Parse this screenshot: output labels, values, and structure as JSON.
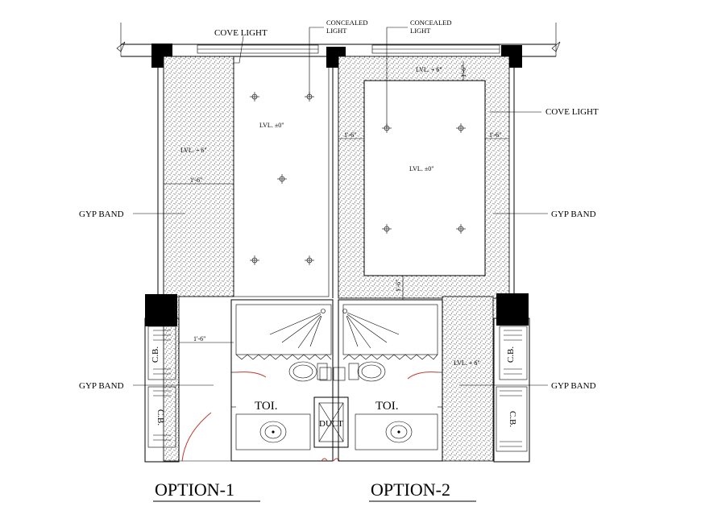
{
  "labels": {
    "cove_light_left": "COVE LIGHT",
    "cove_light_right": "COVE LIGHT",
    "concealed_light_1_line1": "CONCEALED",
    "concealed_light_1_line2": "LIGHT",
    "concealed_light_2_line1": "CONCEALED",
    "concealed_light_2_line2": "LIGHT",
    "gyp_band_left_upper": "GYP BAND",
    "gyp_band_left_lower": "GYP BAND",
    "gyp_band_right_upper": "GYP BAND",
    "gyp_band_right_lower": "GYP BAND",
    "lvl_plus6_left": "LVL. + 6\"",
    "lvl_zero_left": "LVL. ±0\"",
    "lvl_plus6_top_right": "LVL. + 6\"",
    "lvl_zero_right": "LVL. ±0\"",
    "lvl_plus6_toilet_right": "LVL. + 6\"",
    "dim_1_6_a": "1'-6\"",
    "dim_1_6_b": "1'-6\"",
    "dim_1_6_c": "1'-6\"",
    "dim_1_6_d": "1'-6\"",
    "dim_1_6_e": "1'-6\"",
    "dim_1_6_f": "1'-6\"",
    "cb_left_upper": "C.B.",
    "cb_left_lower": "C.B.",
    "cb_right_upper": "C.B.",
    "cb_right_lower": "C.B.",
    "toilet_left": "TOI.",
    "toilet_right": "TOI.",
    "duct": "DUCT",
    "option_1": "OPTION-1",
    "option_2": "OPTION-2"
  }
}
